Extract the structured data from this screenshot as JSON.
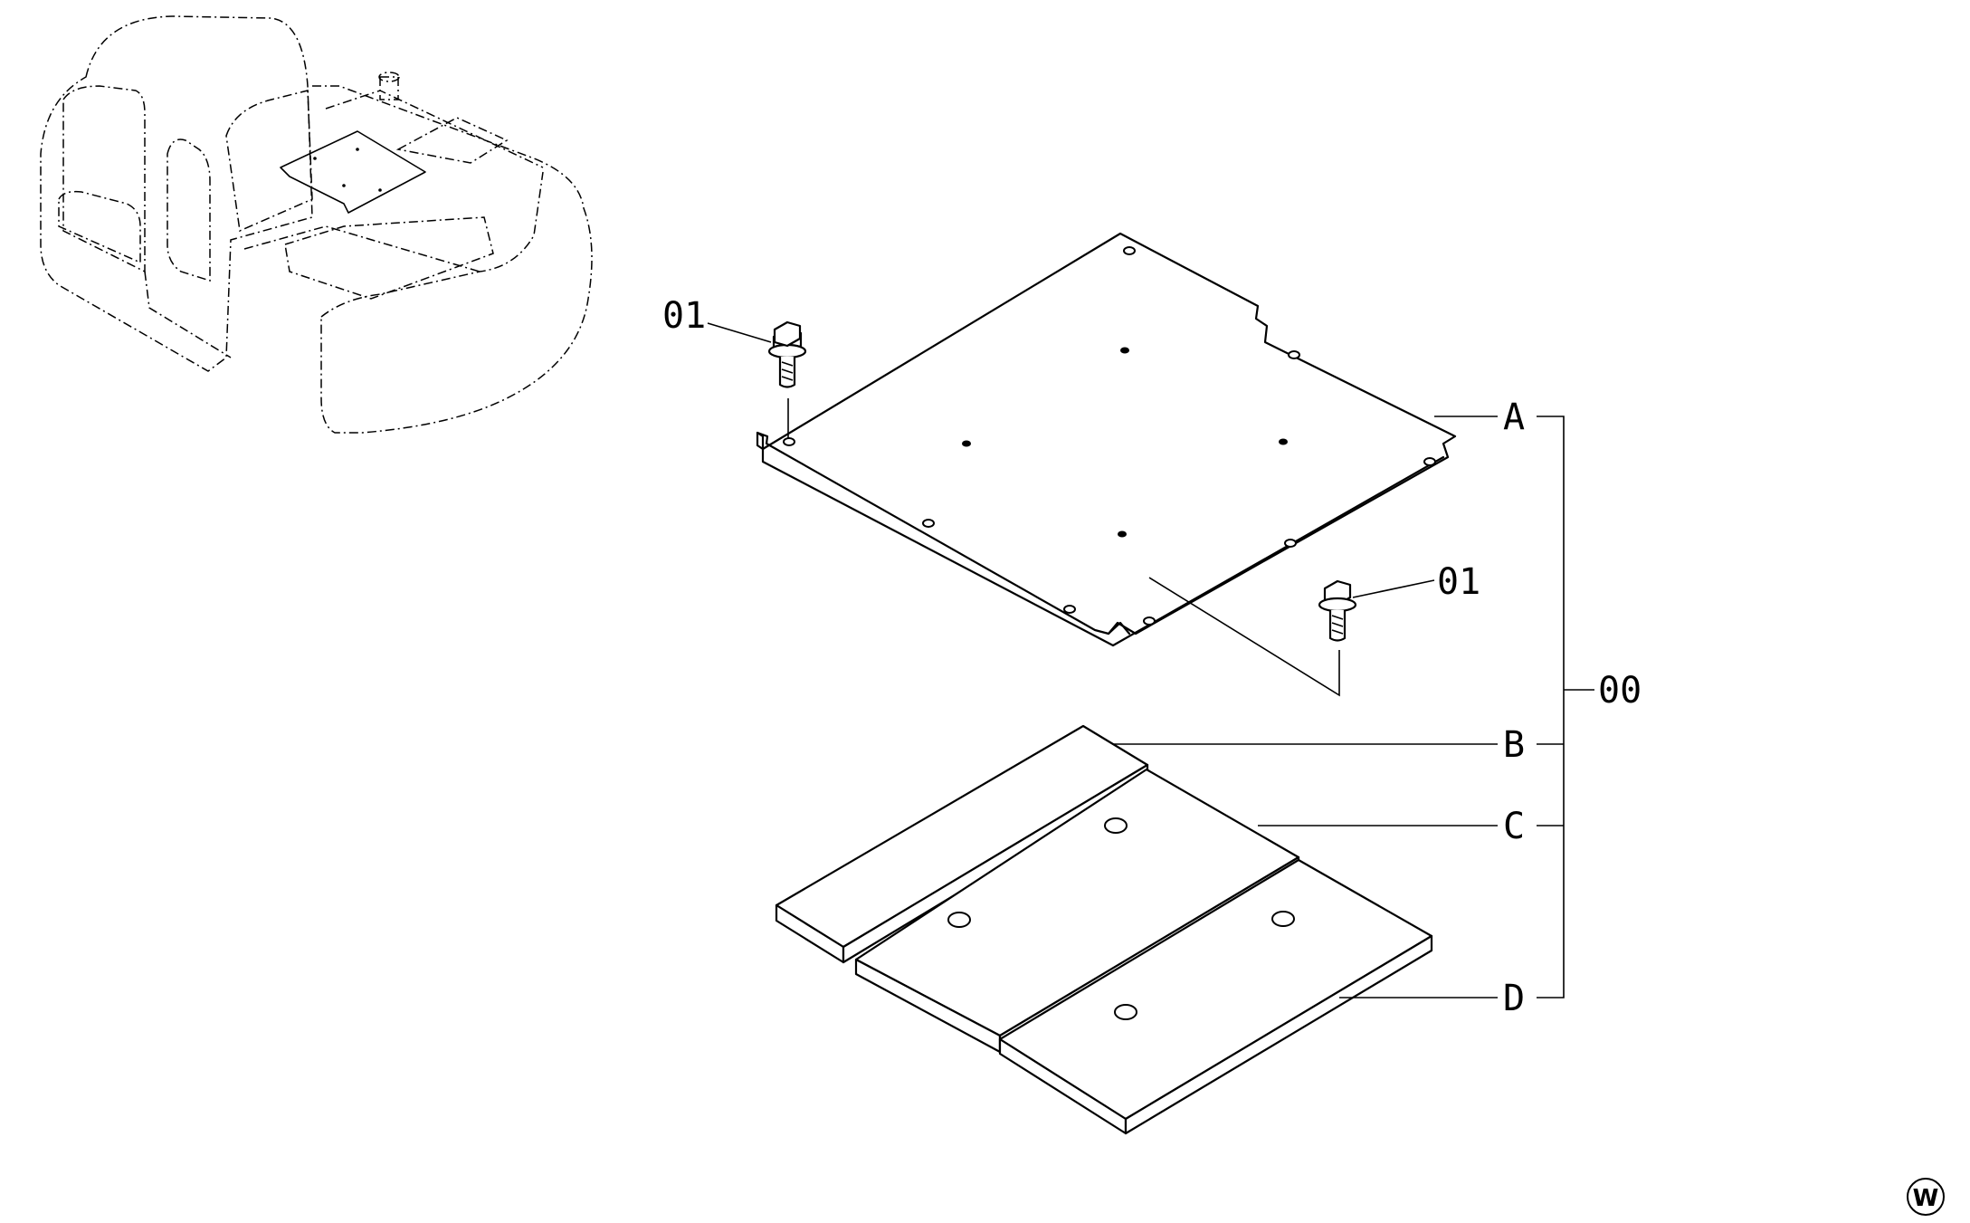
{
  "callouts": {
    "bolt_top": "01",
    "bolt_right": "01",
    "part_a": "A",
    "part_b": "B",
    "part_c": "C",
    "part_d": "D",
    "assembly": "00"
  },
  "corner_mark": "W"
}
